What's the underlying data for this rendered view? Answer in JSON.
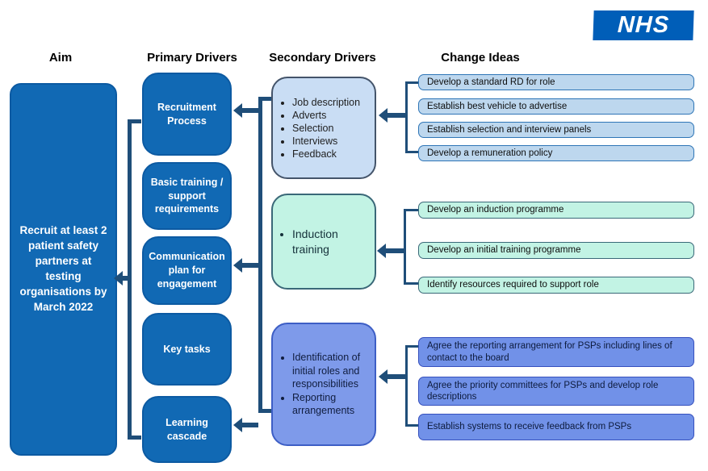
{
  "logo": {
    "label": "NHS"
  },
  "headers": {
    "aim": "Aim",
    "primary": "Primary Drivers",
    "secondary": "Secondary Drivers",
    "change": "Change Ideas"
  },
  "aim": {
    "text": "Recruit at least 2 patient safety partners at testing organisations by March 2022"
  },
  "primary_drivers": [
    {
      "label": "Recruitment Process"
    },
    {
      "label": "Basic training / support requirements"
    },
    {
      "label": "Communication plan for engagement"
    },
    {
      "label": "Key tasks"
    },
    {
      "label": "Learning cascade"
    }
  ],
  "secondary_drivers": [
    {
      "bullets": [
        "Job description",
        "Adverts",
        "Selection",
        "Interviews",
        "Feedback"
      ]
    },
    {
      "bullets": [
        "Induction training"
      ]
    },
    {
      "bullets": [
        "Identification of initial roles and responsibilities",
        "Reporting arrangements"
      ]
    }
  ],
  "change_ideas": [
    {
      "items": [
        "Develop a standard RD for role",
        "Establish best vehicle to advertise",
        "Establish selection and interview panels",
        "Develop a remuneration policy"
      ]
    },
    {
      "items": [
        "Develop an induction programme",
        "Develop an initial training programme",
        "Identify resources required to support role"
      ]
    },
    {
      "items": [
        "Agree the reporting arrangement for PSPs including lines of contact to the board",
        "Agree the priority committees for PSPs and develop role descriptions",
        "Establish systems to receive feedback from PSPs"
      ]
    }
  ],
  "colors": {
    "nhs_blue": "#005EB8",
    "primary_fill": "#1169B4",
    "secondary_light_blue": "#C9DDF4",
    "bar_light_blue": "#BDD7EE",
    "bar_blue_border": "#2E75B6",
    "mint_fill": "#C2F3E4",
    "mint_border": "#3A6878",
    "periwinkle_fill": "#7E9AEA",
    "periwinkle_bar": "#7191E8",
    "connector_navy": "#1F4E79"
  }
}
